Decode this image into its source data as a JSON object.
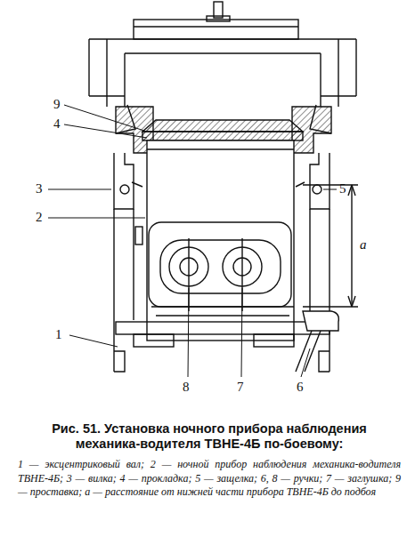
{
  "diagram": {
    "caption": "Рис. 51. Установка ночного прибора наблюдения механика-водителя ТВНЕ-4Б по-боевому:",
    "labels": [
      "9",
      "4",
      "3",
      "2",
      "5",
      "a",
      "1",
      "8",
      "7",
      "6",
      "1 — эксцентриковый вал; 2 — ночной прибор наблюдения механика-водителя ТВНЕ-4Б; 3 — вилка; 4 — прокладка; 5 — защелка; 6, 8 — ручки; 7 — заглушка; 9 — проставка; а — расстояние от нижней части прибора ТВНЕ-4Б до подбоя"
    ]
  }
}
